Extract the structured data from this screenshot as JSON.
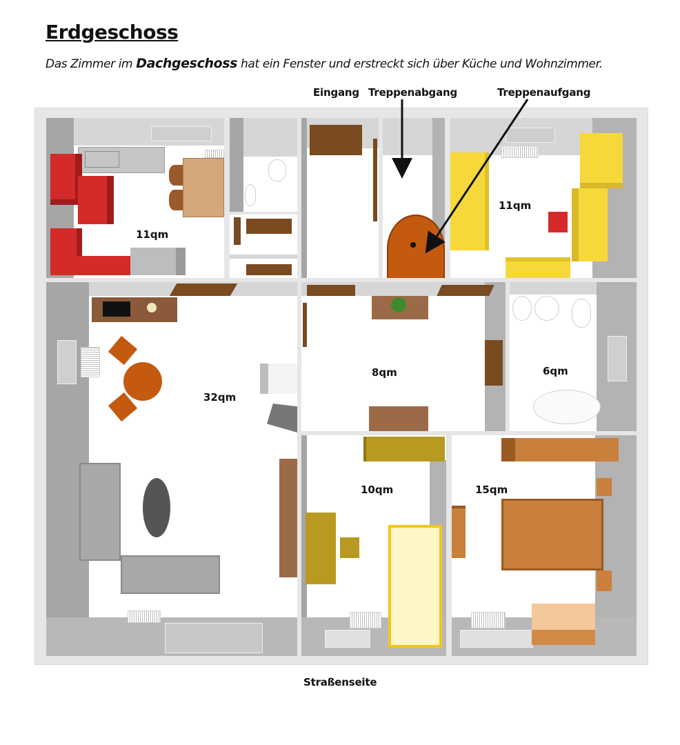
{
  "header": {
    "title": "Erdgeschoss",
    "subtitle_prefix": "Das Zimmer im ",
    "subtitle_bold": "Dachgeschoss",
    "subtitle_suffix": " hat ein Fenster und erstreckt sich über Küche und Wohnzimmer."
  },
  "annotations": {
    "entrance": "Eingang",
    "stairs_down": "Treppenabgang",
    "stairs_up": "Treppenaufgang",
    "street_side": "Straßenseite"
  },
  "rooms": [
    {
      "id": "kitchen",
      "area": "11qm"
    },
    {
      "id": "bedroom-top-right",
      "area": "11qm"
    },
    {
      "id": "living-room",
      "area": "32qm"
    },
    {
      "id": "hall",
      "area": "8qm"
    },
    {
      "id": "bathroom",
      "area": "6qm"
    },
    {
      "id": "child-room",
      "area": "10qm"
    },
    {
      "id": "bedroom",
      "area": "15qm"
    }
  ],
  "colors": {
    "kitchen_red": "#d42a2a",
    "yellow": "#f7d83a",
    "wood_brown": "#7a4a20",
    "orange_brown": "#c0772f",
    "olive": "#b89a20",
    "stair_orange": "#c35a10",
    "wall_gray": "#a6a6a6"
  }
}
